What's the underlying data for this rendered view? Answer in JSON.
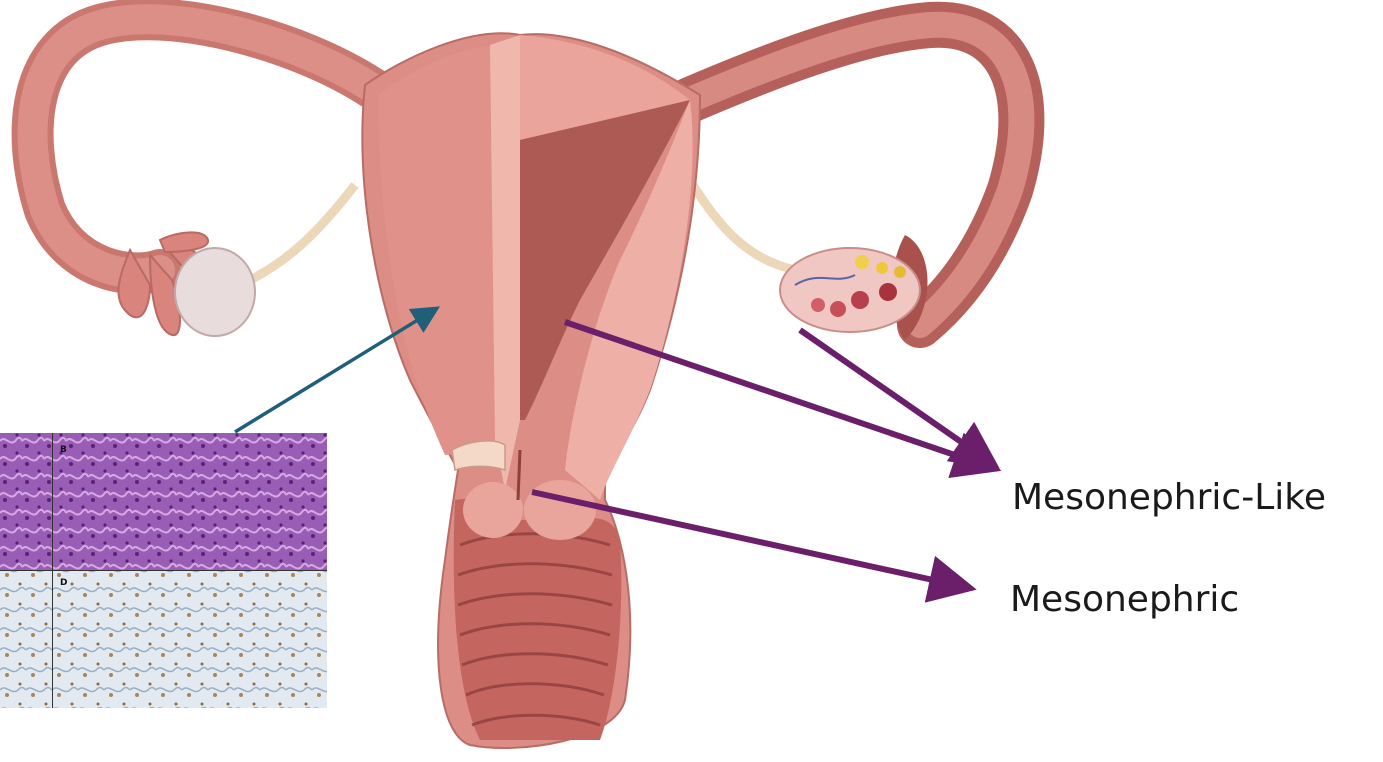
{
  "labels": {
    "mesonephric_like": "Mesonephric-Like",
    "mesonephric": "Mesonephric"
  },
  "micrograph": {
    "panel_b_letter": "B",
    "panel_d_letter": "D"
  },
  "colors": {
    "uterus_outer": "#d98a80",
    "uterus_dark": "#ad5a55",
    "uterus_light": "#f0b7ad",
    "arrow_purple": "#6b1f6b",
    "arrow_teal": "#1f5f7a",
    "he_stain": "#8e4fa6",
    "ihc_background": "#dde4ec"
  }
}
